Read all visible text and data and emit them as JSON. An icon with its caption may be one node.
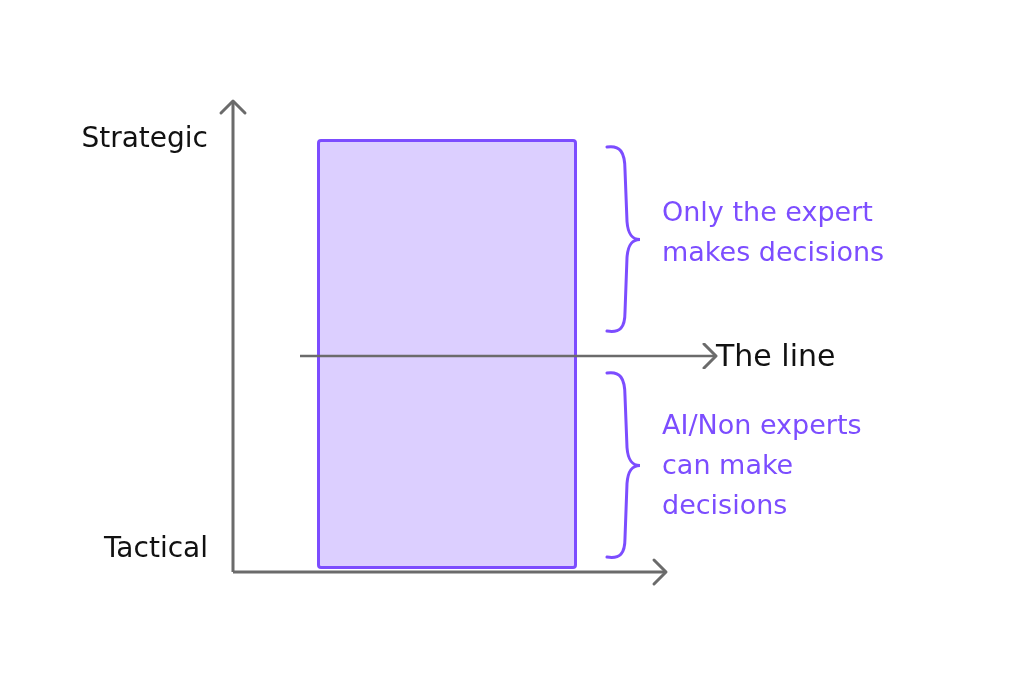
{
  "diagram": {
    "nodes": [
      {
        "text": [],
        "shape": "box"
      },
      {
        "text": [
          "The line"
        ]
      }
    ],
    "edges": [
      {
        "from": null,
        "to": 1,
        "arrow": "to"
      }
    ],
    "labels": [
      "Strategic",
      "Only the expert makes decisions",
      "AI/Non experts can make decisions",
      "Tactical"
    ]
  }
}
